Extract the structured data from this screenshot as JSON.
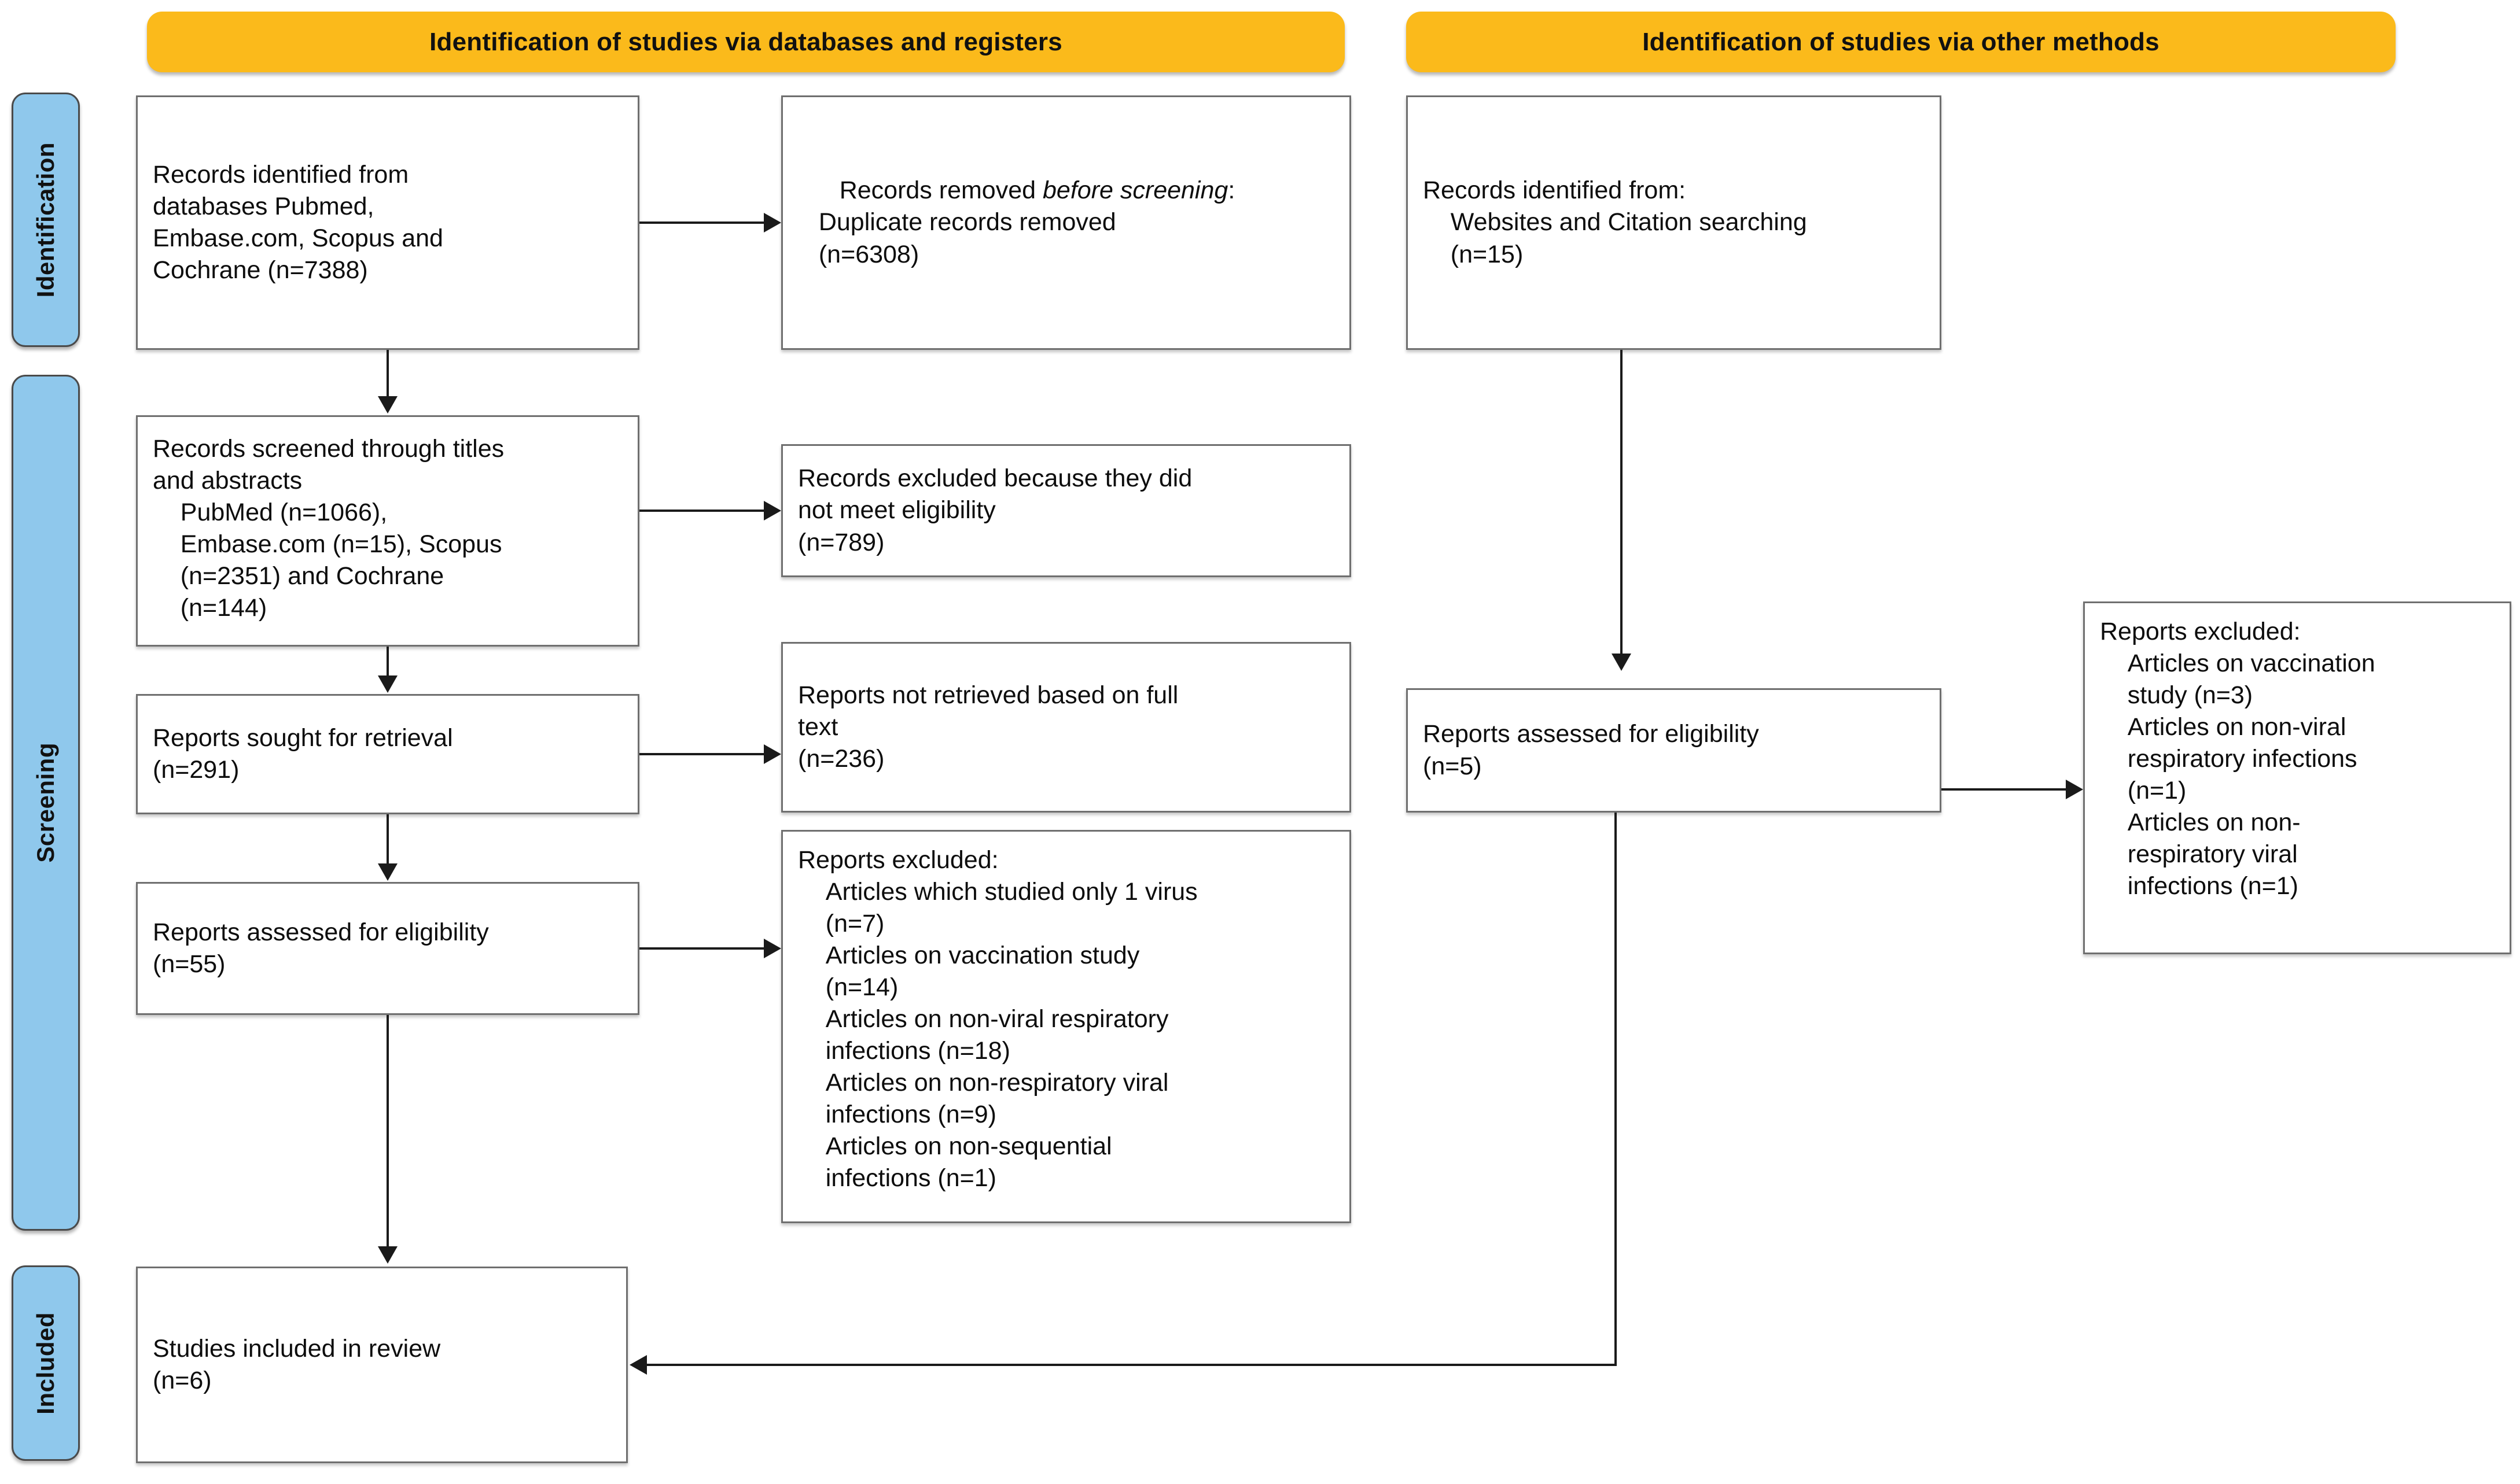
{
  "figure": {
    "type": "prisma-flow-diagram",
    "title": "PRISMA 2020 flow diagram"
  },
  "colors": {
    "banner": "#FBBA1B",
    "phase_bar": "#8FC8EC",
    "box_border": "#6F6F6F",
    "connector": "#1A1A1A",
    "background": "#FFFFFF"
  },
  "banners": [
    {
      "id": "databases",
      "label": "Identification of studies via databases and registers"
    },
    {
      "id": "other",
      "label": "Identification of studies via other methods"
    }
  ],
  "phases": [
    {
      "id": "identification",
      "label": "Identification"
    },
    {
      "id": "screening",
      "label": "Screening"
    },
    {
      "id": "included",
      "label": "Included"
    }
  ],
  "boxes": {
    "records_identified_db": {
      "lines": [
        "Records identified from",
        "databases Pubmed,",
        "Embase.com, Scopus and",
        "Cochrane (n=7388)"
      ]
    },
    "records_removed": {
      "pre_italic": "Records removed ",
      "italic": "before screening",
      "post_italic": ":",
      "lines": [
        "   Duplicate records removed",
        "   (n=6308)"
      ]
    },
    "records_identified_other": {
      "lines": [
        "Records identified from:",
        "    Websites and Citation searching",
        "    (n=15)"
      ]
    },
    "records_screened": {
      "lines": [
        "Records screened through titles",
        "and abstracts",
        "    PubMed (n=1066),",
        "    Embase.com (n=15), Scopus",
        "    (n=2351) and Cochrane",
        "    (n=144)"
      ]
    },
    "records_excluded": {
      "lines": [
        "Records excluded because they did",
        "not meet eligibility",
        "(n=789)"
      ]
    },
    "reports_sought": {
      "lines": [
        "Reports sought for retrieval",
        "(n=291)"
      ]
    },
    "reports_not_retrieved": {
      "lines": [
        "Reports not retrieved based on full",
        "text",
        "(n=236)"
      ]
    },
    "reports_assessed_db": {
      "lines": [
        "Reports assessed for eligibility",
        "(n=55)"
      ]
    },
    "reports_excluded_db": {
      "lines": [
        "Reports excluded:",
        "    Articles which studied only 1 virus",
        "    (n=7)",
        "    Articles on vaccination study",
        "    (n=14)",
        "    Articles on non-viral respiratory",
        "    infections (n=18)",
        "    Articles on non-respiratory viral",
        "    infections (n=9)",
        "    Articles on non-sequential",
        "    infections (n=1)"
      ]
    },
    "reports_assessed_other": {
      "lines": [
        "Reports assessed for eligibility",
        "(n=5)"
      ]
    },
    "reports_excluded_other": {
      "lines": [
        "Reports excluded:",
        "    Articles on vaccination",
        "    study (n=3)",
        "    Articles on non-viral",
        "    respiratory infections",
        "    (n=1)",
        "    Articles on non-",
        "    respiratory viral",
        "    infections (n=1)"
      ]
    },
    "studies_included": {
      "lines": [
        "Studies included in review",
        "(n=6)"
      ]
    }
  }
}
